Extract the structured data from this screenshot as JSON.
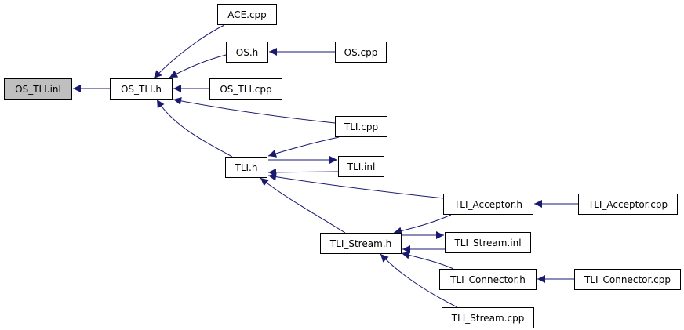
{
  "diagram": {
    "type": "include-dependency-graph",
    "edge_color": "#191970",
    "root_fill": "#bfbfbf",
    "nodes": [
      {
        "id": "os_tli_inl",
        "label": "OS_TLI.inl",
        "root": true
      },
      {
        "id": "os_tli_h",
        "label": "OS_TLI.h"
      },
      {
        "id": "ace_cpp",
        "label": "ACE.cpp"
      },
      {
        "id": "os_h",
        "label": "OS.h"
      },
      {
        "id": "os_cpp",
        "label": "OS.cpp"
      },
      {
        "id": "os_tli_cpp",
        "label": "OS_TLI.cpp"
      },
      {
        "id": "tli_cpp",
        "label": "TLI.cpp"
      },
      {
        "id": "tli_h",
        "label": "TLI.h"
      },
      {
        "id": "tli_inl",
        "label": "TLI.inl"
      },
      {
        "id": "tli_acceptor_h",
        "label": "TLI_Acceptor.h"
      },
      {
        "id": "tli_acceptor_cpp",
        "label": "TLI_Acceptor.cpp"
      },
      {
        "id": "tli_stream_h",
        "label": "TLI_Stream.h"
      },
      {
        "id": "tli_stream_inl",
        "label": "TLI_Stream.inl"
      },
      {
        "id": "tli_connector_h",
        "label": "TLI_Connector.h"
      },
      {
        "id": "tli_connector_cpp",
        "label": "TLI_Connector.cpp"
      },
      {
        "id": "tli_stream_cpp",
        "label": "TLI_Stream.cpp"
      }
    ],
    "edges": [
      {
        "from": "os_tli_h",
        "to": "os_tli_inl"
      },
      {
        "from": "ace_cpp",
        "to": "os_tli_h"
      },
      {
        "from": "os_h",
        "to": "os_tli_h"
      },
      {
        "from": "os_cpp",
        "to": "os_h"
      },
      {
        "from": "os_tli_cpp",
        "to": "os_tli_h"
      },
      {
        "from": "tli_cpp",
        "to": "os_tli_h"
      },
      {
        "from": "tli_h",
        "to": "os_tli_h"
      },
      {
        "from": "tli_cpp",
        "to": "tli_h"
      },
      {
        "from": "tli_h",
        "to": "tli_inl"
      },
      {
        "from": "tli_inl",
        "to": "tli_h"
      },
      {
        "from": "tli_acceptor_h",
        "to": "tli_h"
      },
      {
        "from": "tli_stream_h",
        "to": "tli_h"
      },
      {
        "from": "tli_acceptor_cpp",
        "to": "tli_acceptor_h"
      },
      {
        "from": "tli_acceptor_h",
        "to": "tli_stream_h"
      },
      {
        "from": "tli_stream_h",
        "to": "tli_stream_inl"
      },
      {
        "from": "tli_stream_inl",
        "to": "tli_stream_h"
      },
      {
        "from": "tli_connector_h",
        "to": "tli_stream_h"
      },
      {
        "from": "tli_connector_cpp",
        "to": "tli_connector_h"
      },
      {
        "from": "tli_stream_cpp",
        "to": "tli_stream_h"
      }
    ]
  }
}
